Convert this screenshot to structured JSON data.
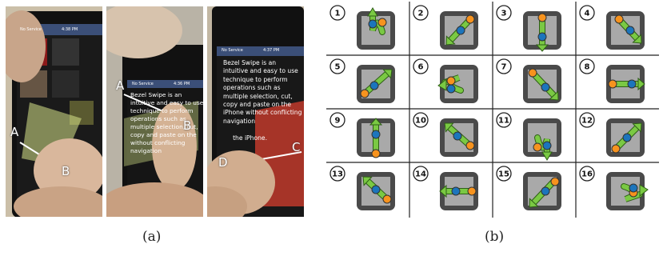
{
  "panel_a": {
    "caption": "(a)",
    "photos": [
      {
        "status": {
          "carrier": "No Service",
          "time": "4:38 PM"
        },
        "point_labels": [
          "A",
          "B"
        ],
        "screen_text": ""
      },
      {
        "status": {
          "carrier": "No Service",
          "time": "4:36 PM"
        },
        "point_labels": [
          "A",
          "B"
        ],
        "screen_text": "Bezel Swipe is an\nintuitive and easy to use\ntechnique to perform\noperations such as\nmultiple selection, cut,\ncopy and paste on the\nwithout conflicting\nnavigation"
      },
      {
        "status": {
          "carrier": "No Service",
          "time": "4:37 PM"
        },
        "point_labels": [
          "C",
          "D"
        ],
        "screen_text": "Bezel Swipe is an\nintuitive and easy to use\ntechnique to perform\noperations such as\nmultiple selection, cut,\ncopy and paste on the\niPhone without conflicting\nnavigation\n\n     the iPhone."
      }
    ]
  },
  "panel_b": {
    "caption": "(b)",
    "gesture_numbers": [
      "1",
      "2",
      "3",
      "4",
      "5",
      "6",
      "7",
      "8",
      "9",
      "10",
      "11",
      "12",
      "13",
      "14",
      "15",
      "16"
    ],
    "colors": {
      "frame": "#4a4a4a",
      "screen": "#a9a9a9",
      "arrow": "#7ac943",
      "start_dot": "#f7931e",
      "end_dot": "#1c75bc",
      "grid_line": "#222222"
    }
  }
}
